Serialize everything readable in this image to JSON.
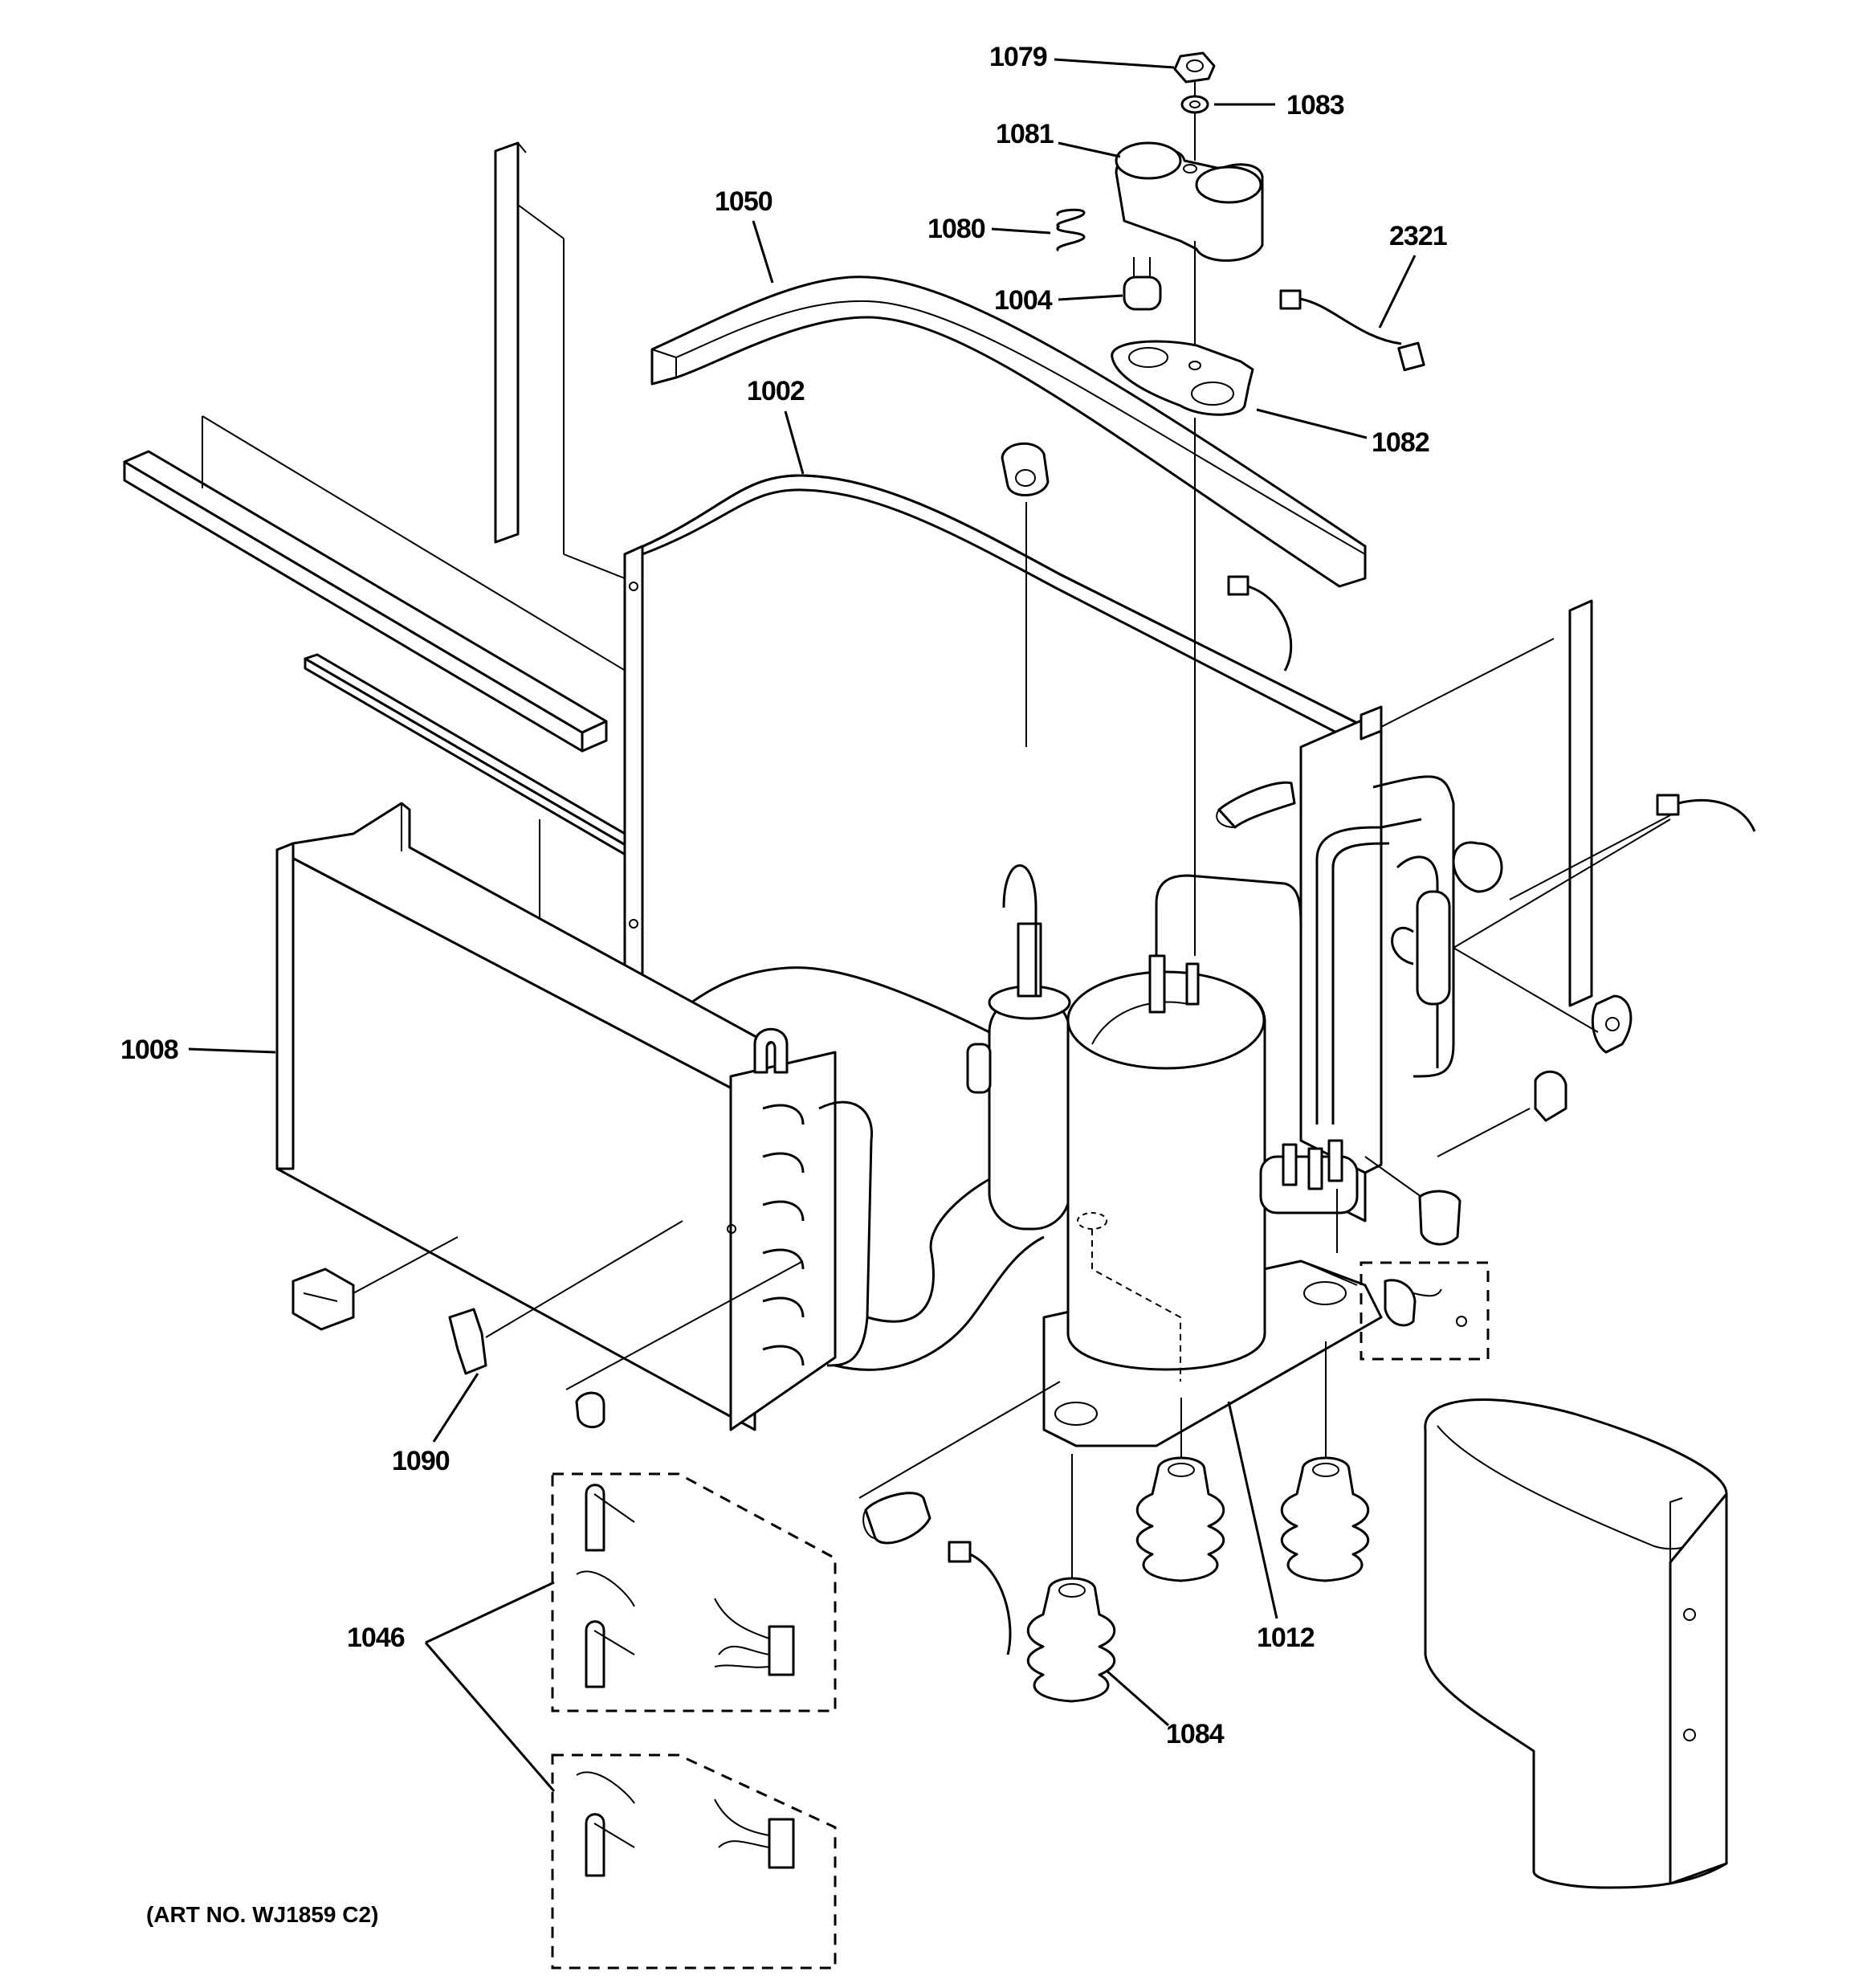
{
  "title": "",
  "art_number": "(ART NO. WJ1859 C2)",
  "callouts": {
    "c1079": "1079",
    "c1083": "1083",
    "c1081": "1081",
    "c1080": "1080",
    "c1004": "1004",
    "c1050": "1050",
    "c2321": "2321",
    "c1002": "1002",
    "c1082": "1082",
    "c1008": "1008",
    "c1090": "1090",
    "c1046": "1046",
    "c1012": "1012",
    "c1084": "1084"
  }
}
